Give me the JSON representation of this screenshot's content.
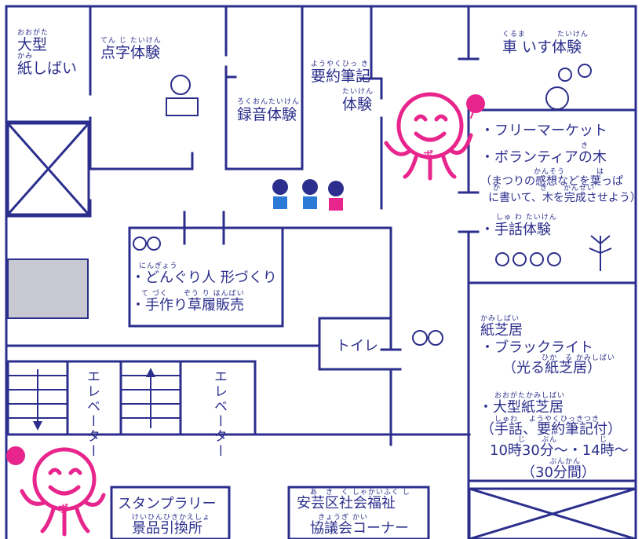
{
  "colors": {
    "wall": "#2b2e8c",
    "mascot": "#e8258c",
    "grey": "#c9c9d3"
  },
  "rooms": {
    "ogata_ruby": "おおがた",
    "ogata": "大型",
    "kami_ruby": "かみ",
    "kami_shibai": "紙しばい",
    "tenji_ruby": "てん じ たいけん",
    "tenji": "点字体験",
    "yoyaku_ruby": "ようやくひっ き",
    "yoyaku1": "要約筆記",
    "yoyaku_taiken_ruby": "たいけん",
    "yoyaku2": "体験",
    "rokuon_ruby": "ろくおんたいけん",
    "rokuon": "録音体験",
    "kuruma_ruby": "くるま　　　　たいけん",
    "kuruma": "車 いす体験",
    "toilet": "トイレ",
    "elevator1": "エレベーター",
    "elevator2": "エレベーター",
    "ningyo_ruby": "にんぎょう",
    "ningyo": "・どんぐり人 形づくり",
    "zori_ruby": "て づく　　ぞう り はんばい",
    "zori": "・手作り草履販売",
    "stamp": "スタンプラリー",
    "keihin_ruby": "けいひんひきかえしょ",
    "keihin": "景品引換所",
    "aki_ruby": "あ　き　く しゃかいふく し",
    "aki": "安芸区社会福祉",
    "kyogi_ruby": "きょうぎ かい",
    "kyogi": "協議会コーナー"
  },
  "right": {
    "flea": "・フリーマーケット",
    "ki_ruby": "き",
    "volunteer": "・ボランティアの木",
    "note_ruby1": "かんそう　　　　は",
    "note1": "（まつりの感想などを葉っぱ",
    "note_ruby2": "か　　　　　き　　かんせい",
    "note2": "に書いて、木を完成させよう）",
    "shuwa_ruby": "しゅ わ たいけん",
    "shuwa": "・手話体験",
    "kamishibai_ruby": "かみしばい",
    "kamishibai": "紙芝居",
    "blacklight": "・ブラックライト",
    "hikaru_ruby": "ひか　る かみしばい",
    "hikaru": "（光る紙芝居）",
    "ogata_kami_ruby": "おおがたかみしばい",
    "ogata_kami": "・大型紙芝居",
    "shuwa_yoyaku_ruby": "しゅわ　 ようやくひっきつき",
    "shuwa_yoyaku": "（手話、要約筆記付）",
    "time_ruby": "じ　　ぷん　　　　　 じ",
    "time": "10時30分～・14時～",
    "duration_ruby": "ぷんかん",
    "duration": "（30分間）"
  },
  "mascot": {
    "letter": "ボ"
  }
}
